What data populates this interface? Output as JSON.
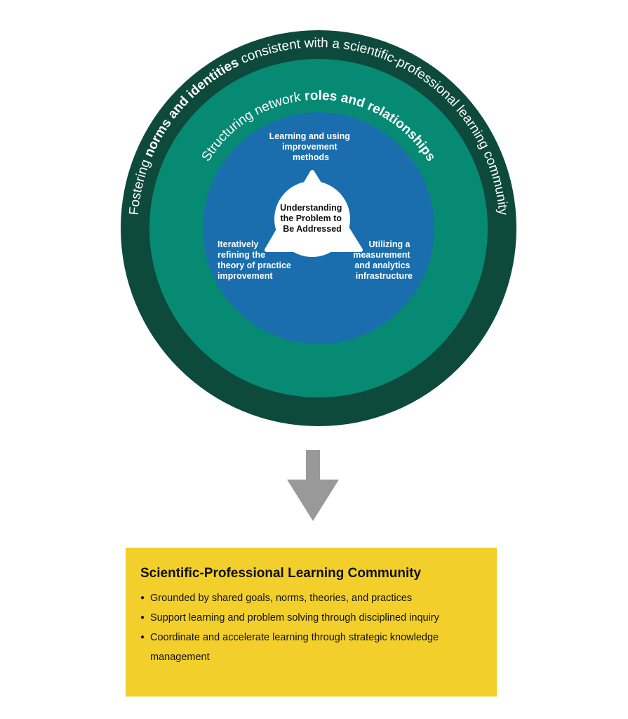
{
  "rings": {
    "outer": {
      "color": "#0d4a3c",
      "text_pre": "Fostering ",
      "text_bold": "norms and identities",
      "text_post": " consistent with a scientific-professional learning community"
    },
    "middle": {
      "color": "#078a73",
      "text_pre": "Structuring network ",
      "text_bold": "roles and relationships"
    },
    "inner": {
      "color": "#1a6ead",
      "top_label": [
        "Learning and using",
        "improvement",
        "methods"
      ],
      "left_label": [
        "Iteratively",
        "refining the",
        "theory of practice",
        "improvement"
      ],
      "right_label": [
        "Utilizing a",
        "measurement",
        "and analytics",
        "infrastructure"
      ]
    },
    "center": {
      "label": [
        "Understanding",
        "the Problem to",
        "Be Addressed"
      ]
    }
  },
  "arrow": {
    "color": "#999999",
    "icon": "down-arrow-icon"
  },
  "summary": {
    "color": "#f2cf2a",
    "title": "Scientific-Professional Learning Community",
    "items": [
      "Grounded by shared goals, norms, theories, and practices",
      "Support learning and problem solving through disciplined inquiry",
      "Coordinate and accelerate learning through strategic knowledge management"
    ]
  }
}
